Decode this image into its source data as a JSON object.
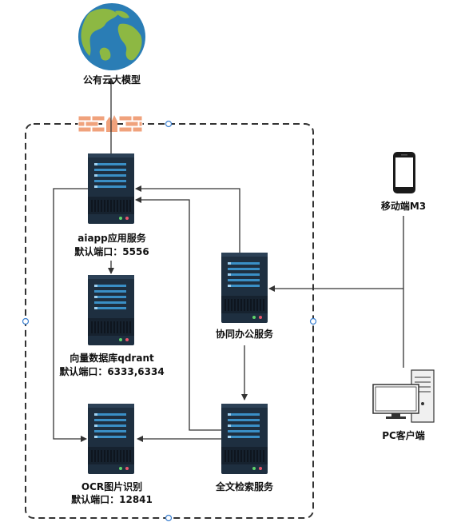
{
  "nodes": {
    "cloud": {
      "label": "公有云大模型"
    },
    "aiapp": {
      "label": "aiapp应用服务",
      "port": "默认端口：5556"
    },
    "qdrant": {
      "label": "向量数据库qdrant",
      "port": "默认端口：6333,6334"
    },
    "ocr": {
      "label": "OCR图片识别",
      "port": "默认端口：12841"
    },
    "office": {
      "label": "协同办公服务"
    },
    "search": {
      "label": "全文检索服务"
    },
    "mobile": {
      "label": "移动端M3"
    },
    "pc": {
      "label": "PC客户端"
    }
  },
  "colors": {
    "server_body": "#1e2f40",
    "server_bar": "#3a8fc6",
    "firewall": "#f0a27c",
    "globe_ocean": "#2a7db5",
    "globe_land": "#8db843",
    "line": "#333333"
  },
  "icons": [
    "globe-icon",
    "firewall-icon",
    "server-icon",
    "phone-icon",
    "desktop-icon"
  ]
}
